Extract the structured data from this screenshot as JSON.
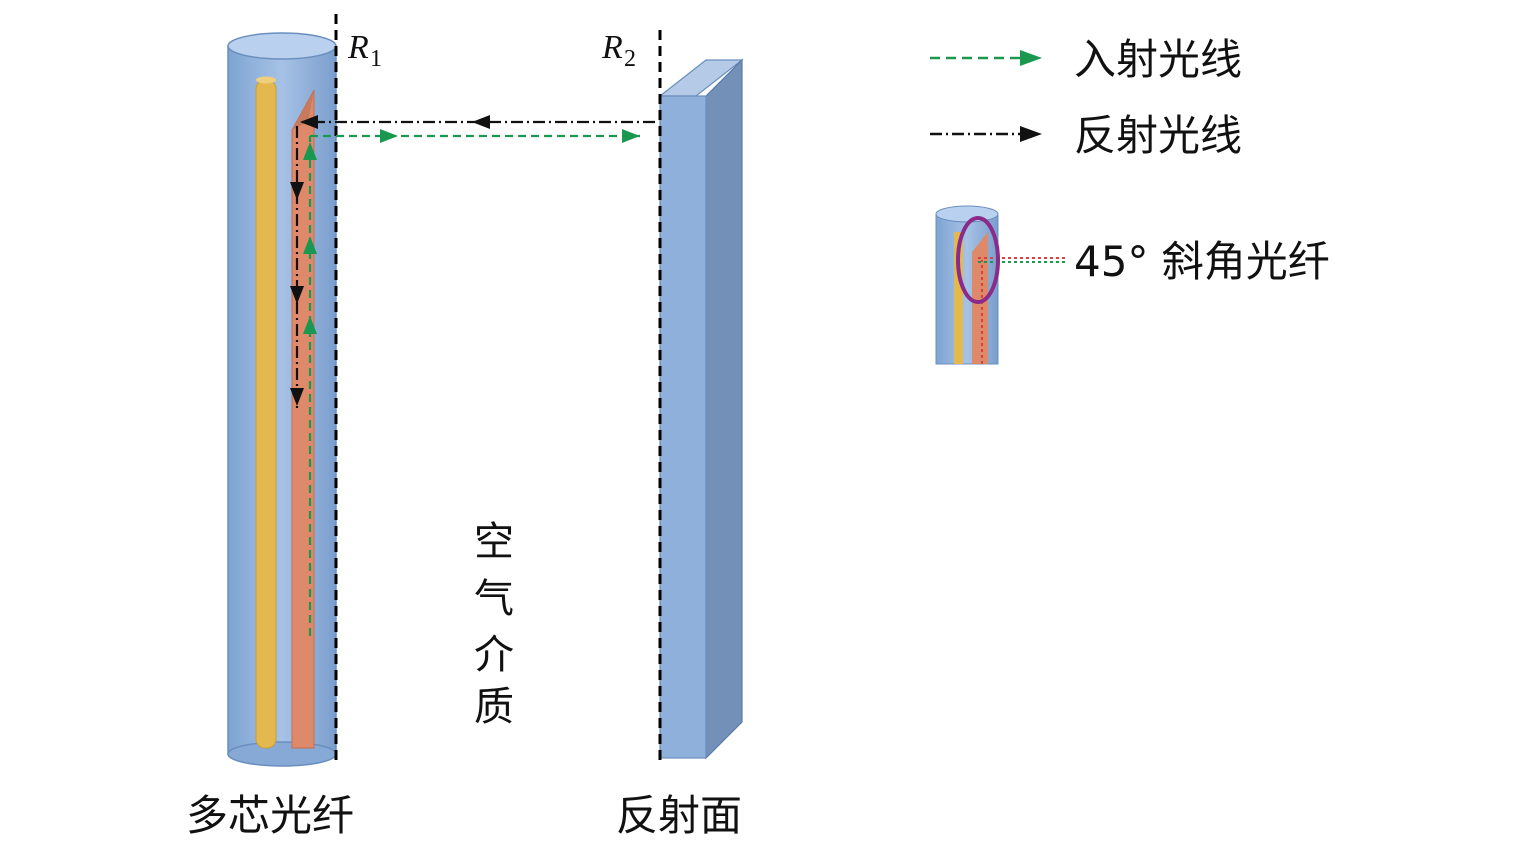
{
  "labels": {
    "r1_main": "R",
    "r1_sub": "1",
    "r2_main": "R",
    "r2_sub": "2",
    "fiber": "多芯光纤",
    "reflector": "反射面",
    "medium_chars": [
      "空",
      "气",
      "介",
      "质"
    ]
  },
  "legend": {
    "incident": "入射光线",
    "reflected": "反射光线",
    "angled_fiber": "45° 斜角光纤"
  },
  "colors": {
    "incident": "#1a9850",
    "reflected": "#111111",
    "fiber_body": "#8fb3dd",
    "fiber_edge": "#5f87b8",
    "core_yellow": "#e2b84f",
    "core_orange": "#de8a6a",
    "reflector_front": "#8fb0da",
    "reflector_side": "#7391b8",
    "highlight_ring": "#8a2b8a",
    "inset_red": "#d94040"
  }
}
